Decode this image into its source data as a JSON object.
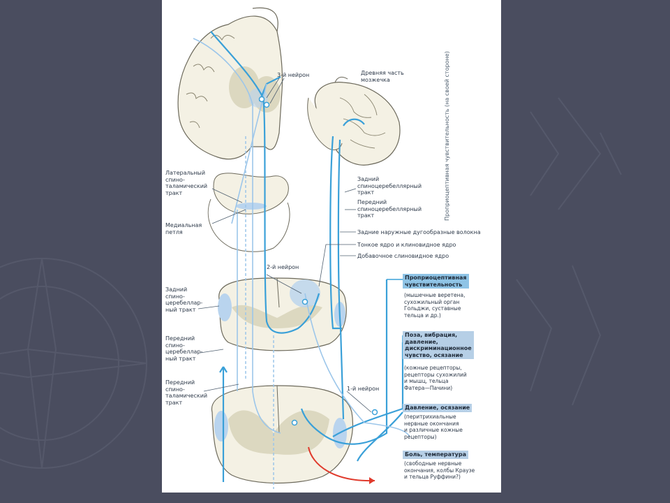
{
  "labels": {
    "neuron3": "3-й нейрон",
    "cerebellum": "Древняя часть\nмозжечка",
    "lateral_tract": "Латеральный\nспино-\nталамический\nтракт",
    "medial_lemniscus": "Медиальная\nпетля",
    "posterior_scb_right": "Задний\nспиноцеребеллярный\nтракт",
    "anterior_scb_right": "Передний\nспиноцеребеллярный\nтракт",
    "external_arcuate": "Задние наружные дугообразные волокна",
    "gracile_cuneate": "Тонкое ядро и клиновидное ядро",
    "accessory_cuneate": "Добавочное слиновидное ядро",
    "neuron2": "2-й нейрон",
    "posterior_scb_left": "Задний\nспино-\nцеребеллар-\nный тракт",
    "anterior_scb_left": "Передний\nспино-\nцеребеллар-\nный тракт",
    "anterior_st_left": "Передний\nспино-\nталамический\nтракт",
    "neuron1": "1-й нейрон"
  },
  "vertical_label": "Проприоцептивная чувствительность (на своей стороне)",
  "modalities": [
    {
      "title": "Проприоцептивная\nчувствительность",
      "desc": "(мышечные веретена,\nсухожильный орган\nГольджи, суставные\nтельца и др.)"
    },
    {
      "title": "Поза, вибрация,\nдавление,\nдискриминационное\nчувство, осязание",
      "desc": "(кожные рецепторы,\nрецепторы сухожилий\nи мышц, тельца\nФатера—Пачини)"
    },
    {
      "title": "Давление, осязание",
      "desc": "(перитрихиальные\nнервные окончания\nи различные кожные\nрецепторы)"
    },
    {
      "title": "Боль, температура",
      "desc": "(свободные нервные\nокончания, колбы Краузе\nи тельца Руффини?)"
    }
  ],
  "colors": {
    "background": "#4a4d5f",
    "panel": "#ffffff",
    "tract_blue": "#3aa0d8",
    "tract_light": "#9cc6ea",
    "tissue": "#f4f1e4",
    "grey_matter": "#dcd8c0",
    "box_primary": "#8fc4e6",
    "box_secondary": "#b6cfe6",
    "arrow_red": "#e03a2c"
  }
}
